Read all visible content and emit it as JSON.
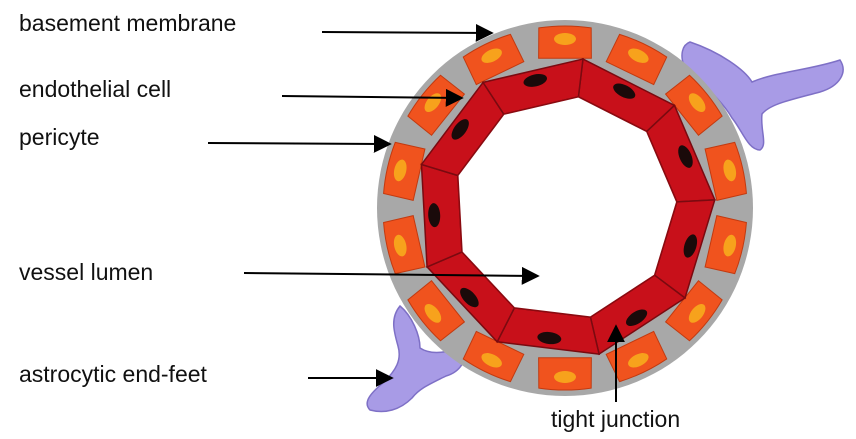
{
  "labels": {
    "basement_membrane": "basement membrane",
    "endothelial_cell": "endothelial cell",
    "pericyte": "pericyte",
    "vessel_lumen": "vessel lumen",
    "astrocytic_end_feet": "astrocytic end-feet",
    "tight_junction": "tight junction"
  },
  "colors": {
    "basement_membrane": "#a8a8a8",
    "pericyte": "#f0531e",
    "pericyte_nucleus": "#f7a21c",
    "endothelial_cell": "#c8101a",
    "endothelial_nucleus": "#1a0a0a",
    "astrocyte": "#a89be6",
    "lumen": "#ffffff"
  }
}
